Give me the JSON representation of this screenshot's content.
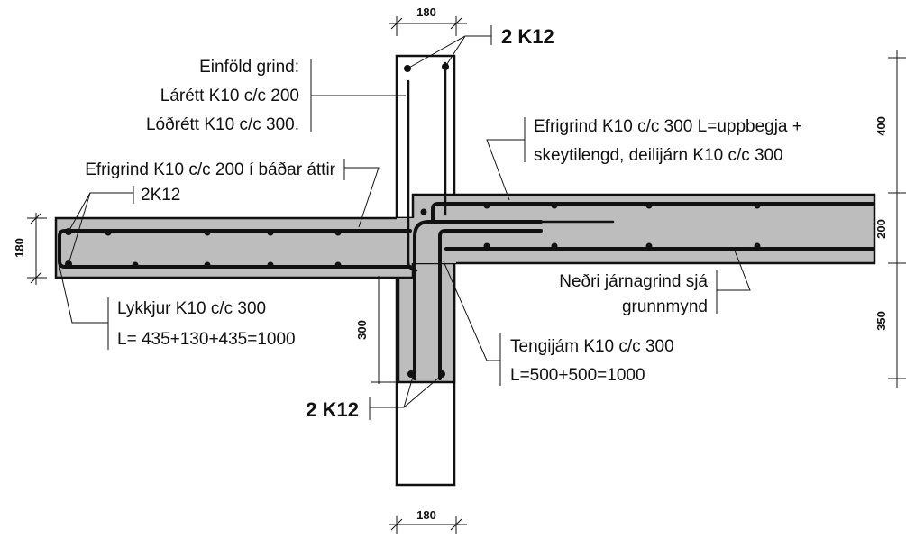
{
  "labels": {
    "top_rebar": "2 K12",
    "single_grid_1": "Einföld grind:",
    "single_grid_2": "Lárétt K10 c/c 200",
    "single_grid_3": "Lóðrétt K10 c/c 300.",
    "top_grid_left": "Efrigrind K10 c/c 200 í báðar áttir",
    "left_rebar": "2K12",
    "loops_1": "Lykkjur K10 c/c 300",
    "loops_2": "L= 435+130+435=1000",
    "top_grid_right_1": "Efrigrind K10 c/c 300 L=uppbegja +",
    "top_grid_right_2": "skeytilengd, deilijárn K10 c/c 300",
    "bottom_grid_1": "Neðri járnagrind sjá",
    "bottom_grid_2": "grunnmynd",
    "ties_1": "Tengijám K10 c/c 300",
    "ties_2": "L=500+500=1000",
    "bottom_rebar": "2 K12"
  },
  "dimensions": {
    "top_width": "180",
    "bottom_width": "180",
    "left_height": "180",
    "wall_embed": "300",
    "right_400": "400",
    "right_200": "200",
    "right_350": "350"
  }
}
